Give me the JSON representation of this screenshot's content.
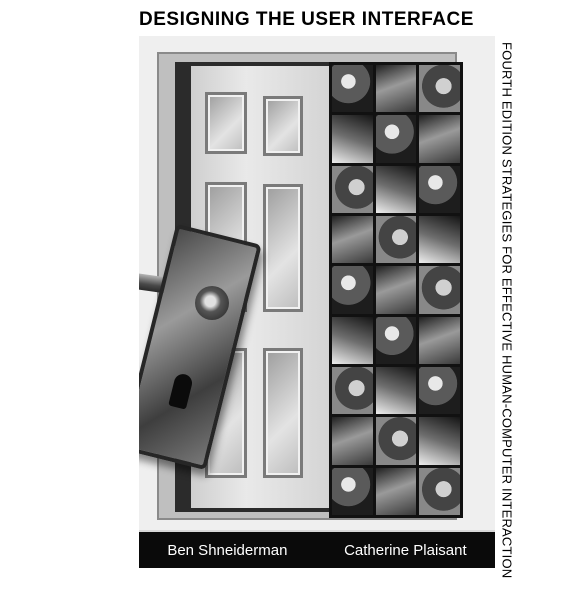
{
  "book": {
    "title": "DESIGNING THE USER INTERFACE",
    "side_text": "FOURTH EDITION STRATEGIES FOR EFFECTIVE HUMAN-COMPUTER INTERACTION",
    "authors": [
      "Ben Shneiderman",
      "Catherine Plaisant"
    ]
  },
  "cover_art": {
    "subject": "door-with-lock-plate-and-photo-grid",
    "photo_grid": {
      "columns": 3,
      "rows": 9
    },
    "palette": {
      "background": "#ffffff",
      "author_bar": "#0a0a0a",
      "author_text": "#ffffff"
    }
  }
}
